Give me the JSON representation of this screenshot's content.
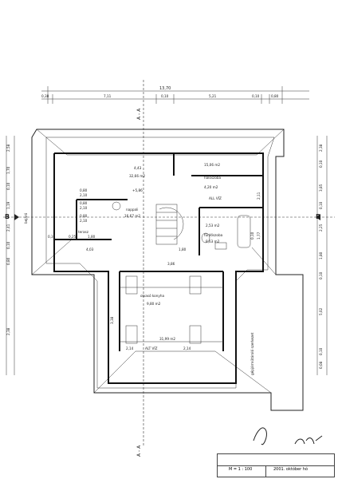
{
  "drawing": {
    "dims_top": {
      "total": "13,70",
      "d1": "0,38",
      "d2": "7,11",
      "d3": "0,10",
      "d4": "5,21",
      "d5": "0,10",
      "d6": "0,80"
    },
    "section_mark_top": "A - A",
    "section_mark_bottom": "A - A",
    "section_mark_left": "B",
    "section_mark_right": "B",
    "left_dims": [
      "2,58",
      "1,70",
      "0,10",
      "1,19",
      "2,41",
      "0,10",
      "0,80",
      "2,38"
    ],
    "right_dims": [
      "2,38",
      "0,10",
      "3,85",
      "0,10",
      "2,25",
      "1,80",
      "0,10",
      "5,02",
      "0,10",
      "0,08"
    ],
    "rooms": {
      "nappali_label": "nappali",
      "nappali_area": "16,67 m2",
      "room_top_dim": "4,43",
      "room_top_area": "32,66 m2",
      "level_mark": "+5,86",
      "kis_label": "hálószoba",
      "kis_area": "15,06 m2",
      "kis_dim": "4,20 m2",
      "furdo_label": "fürdőszoba",
      "furdo_area": "8,63 m2",
      "wc_area": "2,53 m2",
      "center_label": "olvasó konyha",
      "center_area": "9,80 m2",
      "bottom_area": "31,99 m2",
      "bottom_dim_left": "2,14",
      "bottom_dim_right": "2,14",
      "left_room_label": "terasz",
      "balcony_label": "bejáró",
      "small_dims": [
        "0,80",
        "2,10",
        "0,80",
        "2,10",
        "0,80",
        "2,10",
        "0,37",
        "0,25",
        "1,80",
        "4,03",
        "1,80",
        "3,86",
        "3,38",
        "0,10",
        "1,77",
        "2,11"
      ],
      "right_side_note": "gépjárműtároló szerkezet",
      "right_note": "ALL VÍZ",
      "mid_note": "ALT VÍZ"
    },
    "title_block": {
      "scale": "M = 1 : 100",
      "date": "2001. október hó"
    }
  }
}
